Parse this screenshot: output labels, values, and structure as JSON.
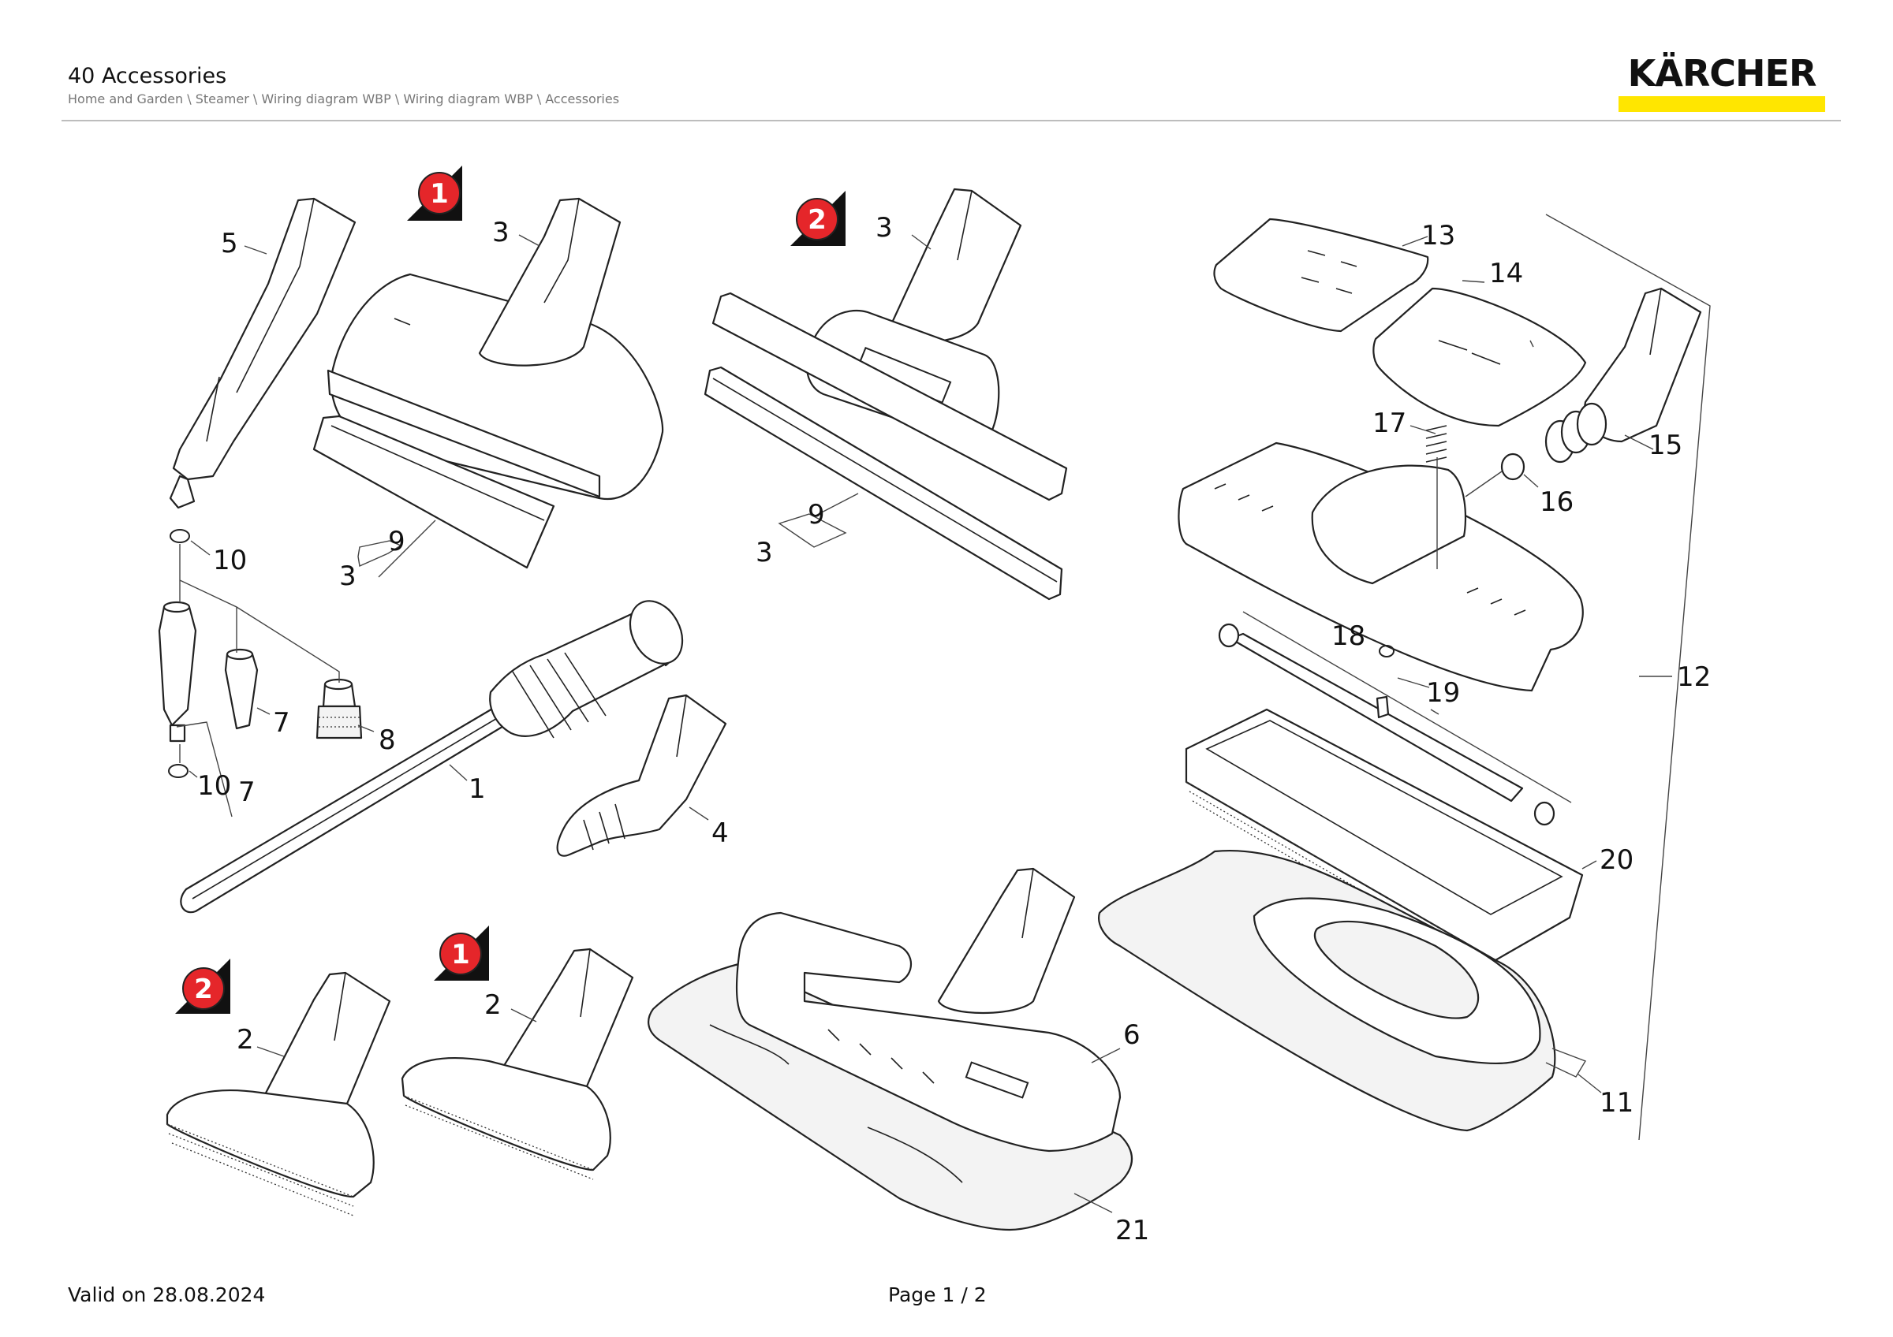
{
  "header": {
    "title": "40 Accessories",
    "breadcrumb": "Home and Garden \\ Steamer \\ Wiring diagram WBP \\ Wiring diagram WBP \\ Accessories"
  },
  "brand": {
    "name": "KÄRCHER",
    "accent": "#ffe600"
  },
  "markers": {
    "badge_color": "#e5262a",
    "items": [
      {
        "label": "1"
      },
      {
        "label": "2"
      },
      {
        "label": "2"
      },
      {
        "label": "1"
      }
    ]
  },
  "callouts": [
    "5",
    "3",
    "3",
    "13",
    "14",
    "17",
    "15",
    "16",
    "10",
    "3",
    "9",
    "3",
    "9",
    "18",
    "19",
    "12",
    "7",
    "8",
    "10",
    "7",
    "1",
    "4",
    "20",
    "11",
    "2",
    "2",
    "6",
    "21"
  ],
  "footer": {
    "valid_on": "Valid on 28.08.2024",
    "page": "Page 1 / 2"
  }
}
